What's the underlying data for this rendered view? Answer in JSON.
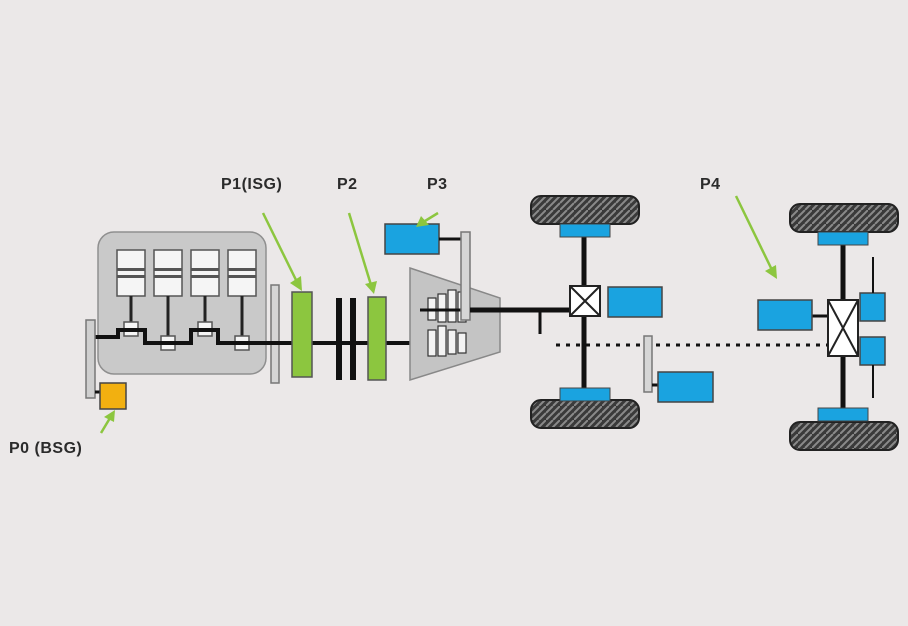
{
  "labels": {
    "p1": "P1(ISG)",
    "p2": "P2",
    "p3": "P3",
    "p4": "P4",
    "p0": "P0 (BSG)"
  },
  "colors": {
    "background": "#ebe8e8",
    "motor_blue": "#1aa3e0",
    "p0_orange": "#f2b010",
    "p1_p2_green": "#8cc63f",
    "arrow_green": "#8cc63f",
    "engine_block": "#c9c9c9",
    "shaft": "#111111",
    "tire": "#3a3a3a"
  }
}
